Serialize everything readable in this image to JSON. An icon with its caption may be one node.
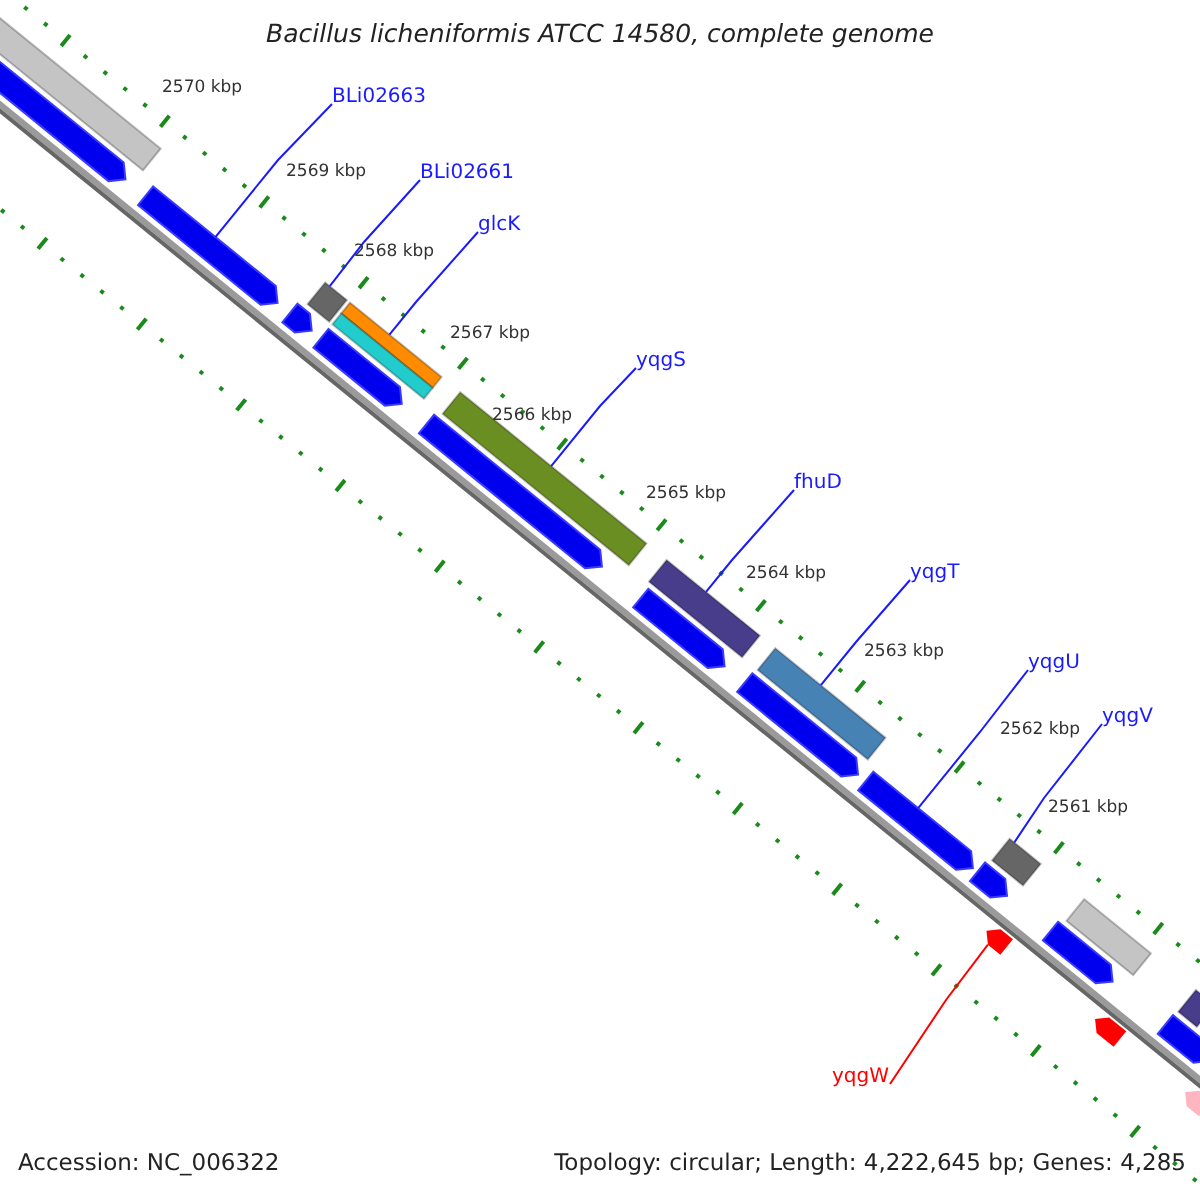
{
  "diagram": {
    "title": "Bacillus licheniformis ATCC 14580, complete genome",
    "nodes": [
      {
        "text": [
          "BLi02663"
        ]
      },
      {
        "text": [
          "BLi02661"
        ]
      },
      {
        "text": [
          "glcK"
        ]
      },
      {
        "text": [
          "yqgS"
        ]
      },
      {
        "text": [
          "fhuD"
        ]
      },
      {
        "text": [
          "yqgT"
        ]
      },
      {
        "text": [
          "yqgU"
        ]
      },
      {
        "text": [
          "yqgV"
        ]
      },
      {
        "text": [
          "yqgW"
        ]
      },
      {
        "text": [],
        "shape": "bar"
      },
      {
        "text": [],
        "shape": "pentagon"
      },
      {
        "text": [],
        "shape": "pentagon"
      },
      {
        "text": [],
        "shape": "pentagon"
      },
      {
        "text": [],
        "shape": "bar"
      },
      {
        "text": [],
        "shape": "pentagon"
      },
      {
        "text": [],
        "shape": "bar"
      },
      {
        "text": [],
        "shape": "bar"
      },
      {
        "text": [],
        "shape": "pentagon"
      },
      {
        "text": [],
        "shape": "bar"
      },
      {
        "text": [],
        "shape": "bar"
      },
      {
        "text": [],
        "shape": "pentagon"
      },
      {
        "text": [],
        "shape": "pentagon"
      },
      {
        "text": [],
        "shape": "bar"
      },
      {
        "text": [],
        "shape": "pentagon"
      },
      {
        "text": [],
        "shape": "pentagon"
      },
      {
        "text": [],
        "shape": "bar"
      },
      {
        "text": [],
        "shape": "pentagon"
      },
      {
        "text": [],
        "shape": "pentagon"
      },
      {
        "text": [],
        "shape": "bar"
      },
      {
        "text": [],
        "shape": "pentagon"
      },
      {
        "text": [],
        "shape": "pentagon"
      },
      {
        "text": [],
        "shape": "bar"
      },
      {
        "text": [],
        "shape": "pentagon"
      }
    ],
    "edges": [
      {
        "from": 0,
        "to": 11,
        "arrow": "none"
      },
      {
        "from": 1,
        "to": 13,
        "arrow": "none"
      },
      {
        "from": 2,
        "to": 15,
        "arrow": "none"
      },
      {
        "from": 3,
        "to": 18,
        "arrow": "none"
      },
      {
        "from": 4,
        "to": 19,
        "arrow": "none"
      },
      {
        "from": 5,
        "to": 22,
        "arrow": "none"
      },
      {
        "from": 6,
        "to": 23,
        "arrow": "none"
      },
      {
        "from": 7,
        "to": 25,
        "arrow": "none"
      },
      {
        "from": 8,
        "to": 26,
        "arrow": "none",
        "color": "#ff0000"
      }
    ],
    "labels": [
      "2570 kbp",
      "2569 kbp",
      "2568 kbp",
      "2567 kbp",
      "2566 kbp",
      "2565 kbp",
      "2564 kbp",
      "2563 kbp",
      "2562 kbp",
      "2561 kbp",
      "Accession: NC_006322",
      "Topology: circular; Length: 4,222,645 bp; Genes: 4,285"
    ]
  }
}
